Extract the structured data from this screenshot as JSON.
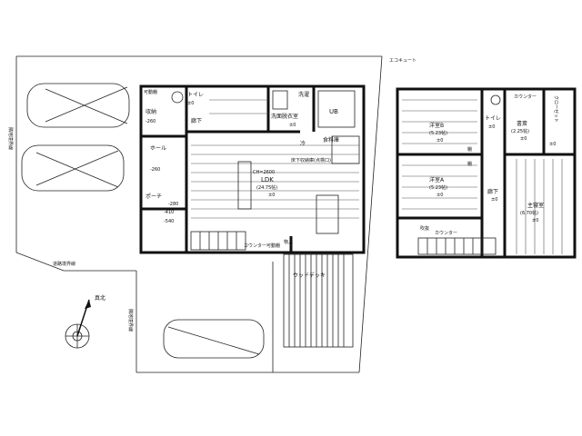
{
  "labels": {
    "eco_cute": "エコキュート",
    "kadoudana_1": "可動棚",
    "toilet_1": "トイレ",
    "toilet_1_lvl": "±0",
    "shuno": "収納",
    "shuno_lvl": "-260",
    "hall": "ホール",
    "hall_lvl": "-260",
    "roka": "廊下",
    "porch": "ポーチ",
    "porch_lvl": "-540",
    "lvl_410": "-410",
    "lvl_280": "-280",
    "sentaku": "洗濯",
    "senmen": "洗面脱衣室",
    "senmen_lvl": "±0",
    "ub": "UB",
    "shokuryo": "食料庫",
    "rei": "冷",
    "yukashita": "床下収納庫(点検口)",
    "ldk": "LDK",
    "ldk_ch": "CH=2600",
    "ldk_area": "(24.75帖)",
    "ldk_lvl": "±0",
    "counter_1": "カウンター",
    "kadoudana_2": "可動棚",
    "mono": "物入",
    "wood_deck": "ウッドデッキ",
    "north": "真北",
    "road_boundary": "道路境界線",
    "adjacent_boundary_1": "隣地境界線",
    "adjacent_boundary_2": "隣地境界線",
    "youshitsu_b": "洋室B",
    "youshitsu_b_area": "(5.23帖)",
    "youshitsu_b_lvl": "±0",
    "youshitsu_a": "洋室A",
    "youshitsu_a_area": "(5.23帖)",
    "youshitsu_a_lvl": "±0",
    "toilet_2": "トイレ",
    "toilet_2_lvl": "±0",
    "counter_2": "カウンター",
    "shosai": "書斎",
    "shosai_area": "(2.25帖)",
    "shosai_lvl": "±0",
    "closet": "クローゼット",
    "closet_lvl": "±0",
    "shushinshitsu": "主寝室",
    "shushinshitsu_area": "(6.70帖)",
    "shushinshitsu_lvl": "±0",
    "roka_2": "廊下",
    "roka_2_lvl": "±0",
    "fukinuke": "吹抜",
    "tana": "棚",
    "tana_2": "棚",
    "counter_3": "カウンター"
  },
  "colors": {
    "ink": "#111111",
    "floor_lines": "#555555",
    "background": "#ffffff"
  }
}
